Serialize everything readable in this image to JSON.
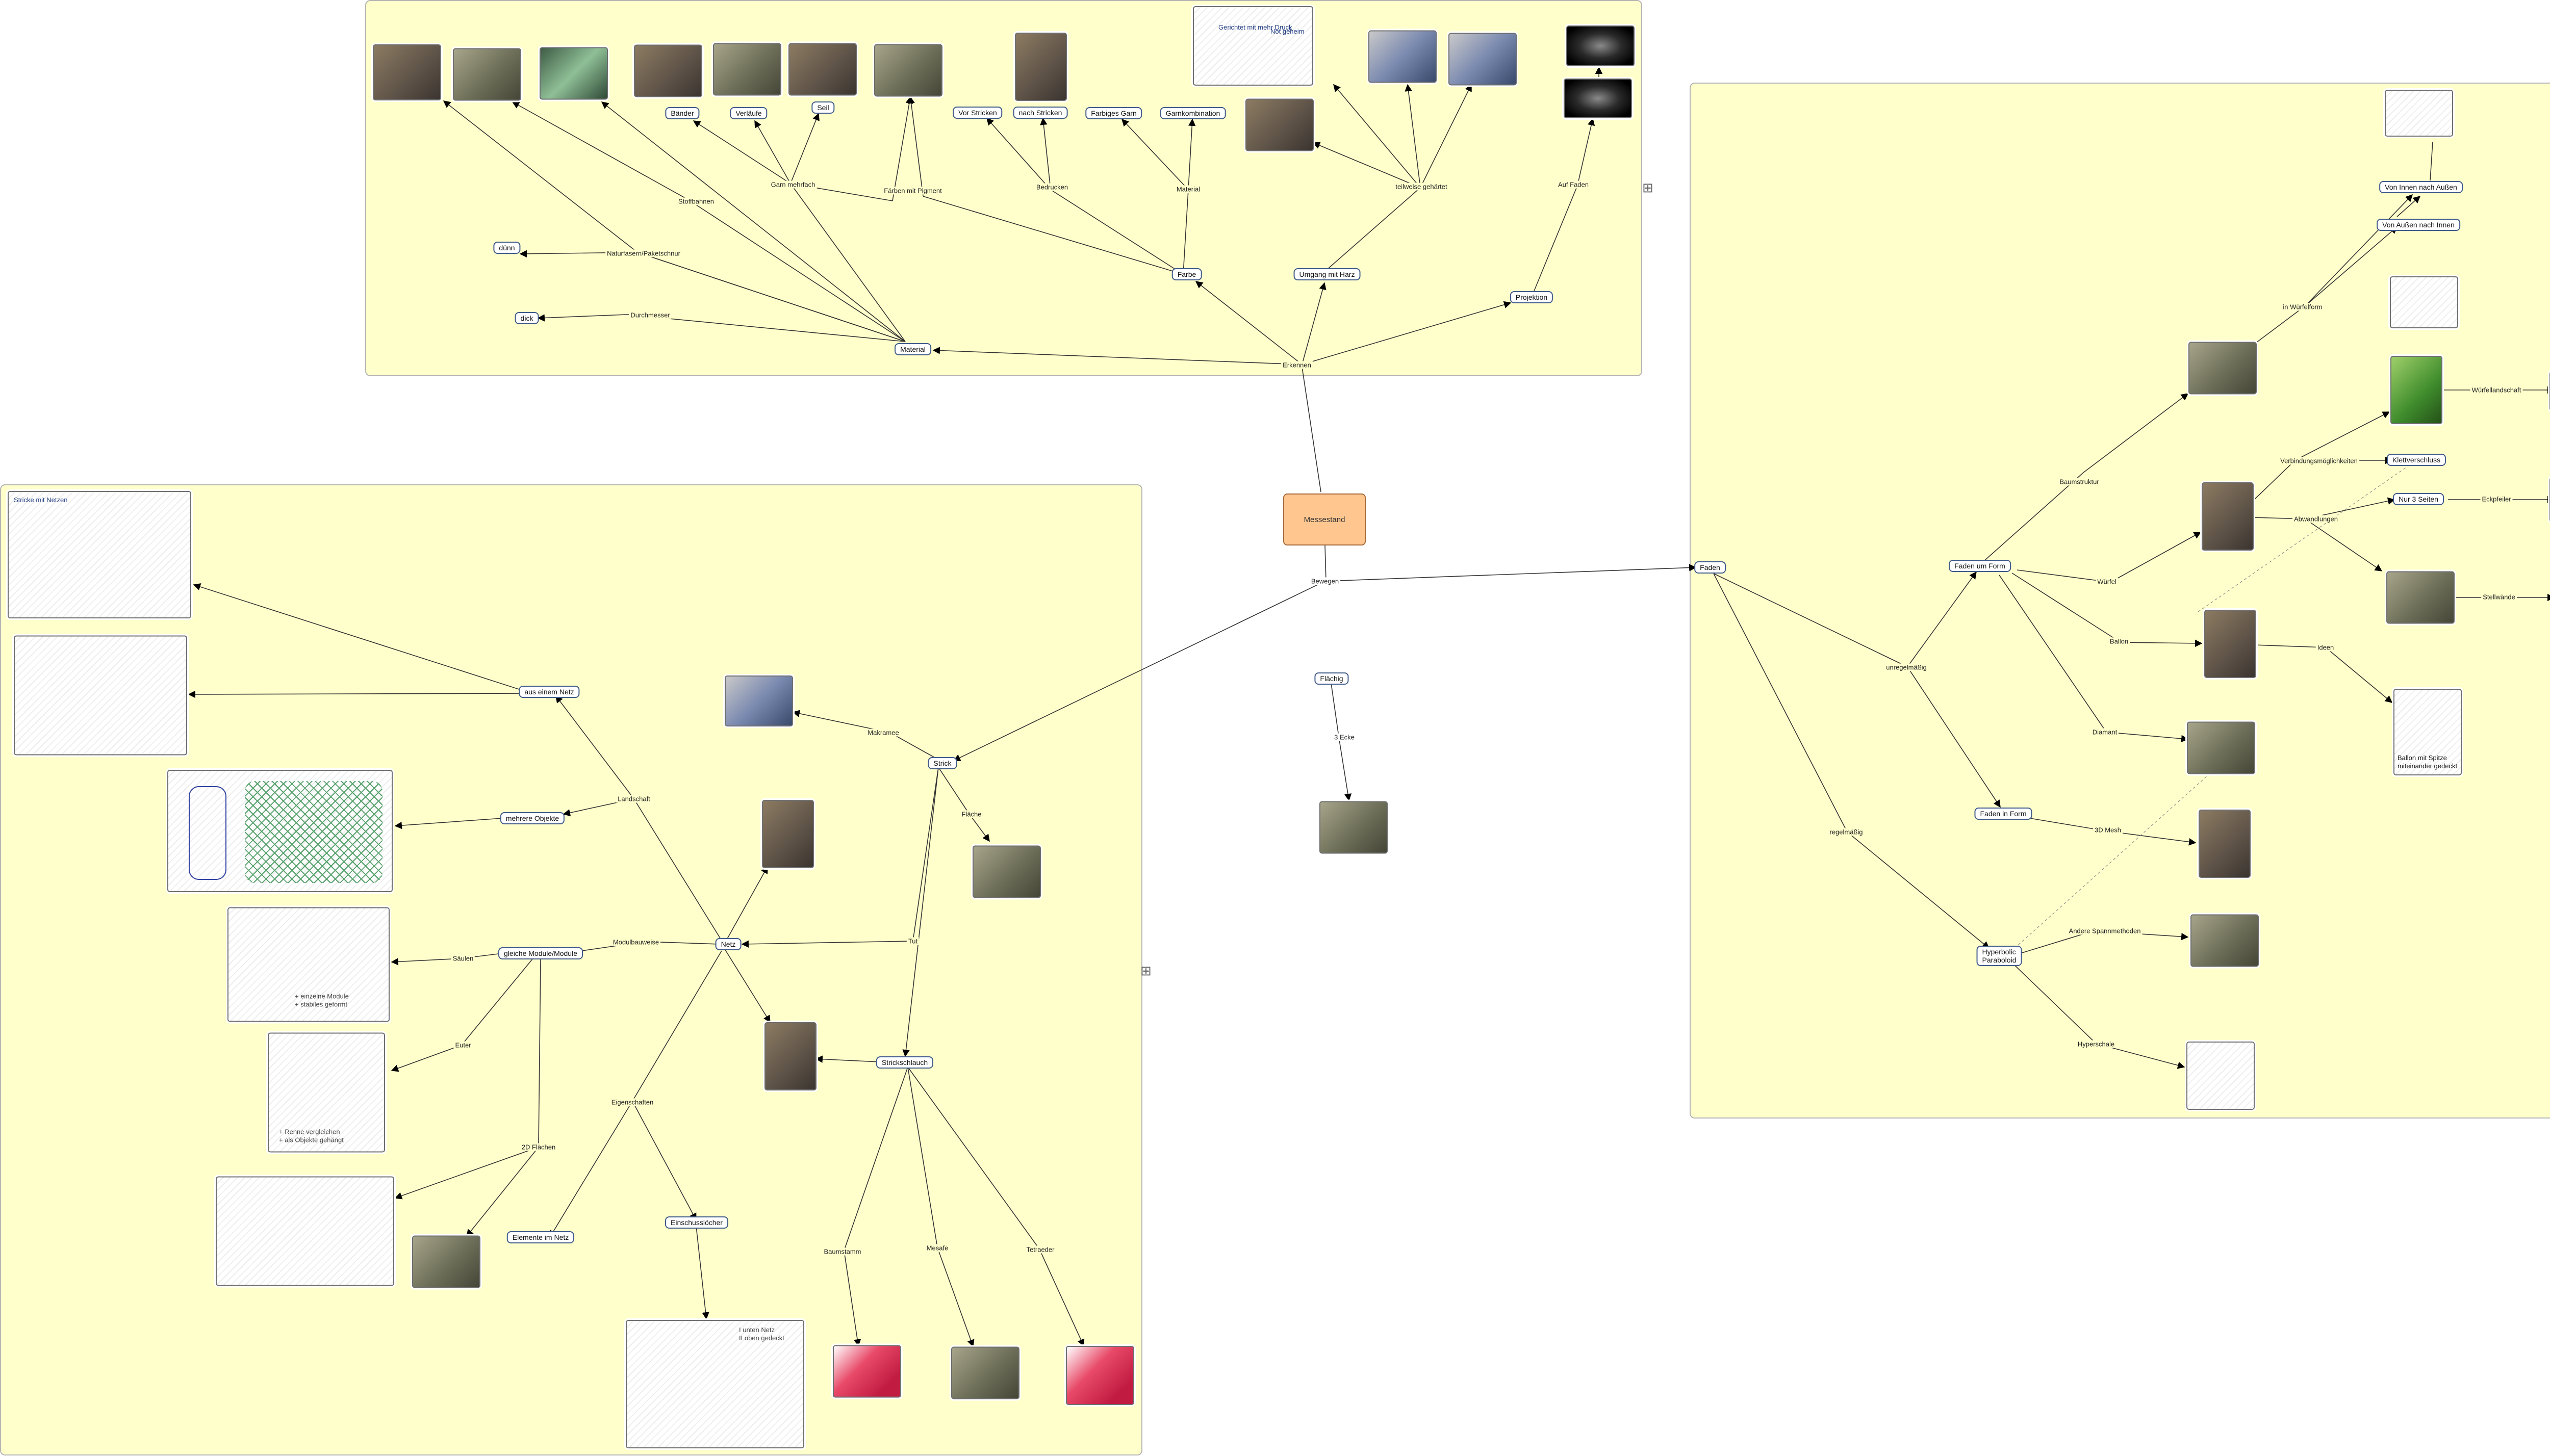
{
  "center": {
    "label": "Messestand"
  },
  "frame_toggle": "⊞",
  "nodes": {
    "erkennen": "Erkennen",
    "bewegen": "Bewegen",
    "flaechig": "Flächig",
    "material": "Material",
    "farbe": "Farbe",
    "umgang_harz": "Umgang mit Harz",
    "projektion": "Projektion",
    "duenn": "dünn",
    "dick": "dick",
    "baender": "Bänder",
    "verlaeufe": "Verläufe",
    "seil": "Seil",
    "vor_stricken": "Vor Stricken",
    "nach_stricken": "nach Stricken",
    "farbiges_garn": "Farbiges Garn",
    "garnkombination": "Garnkombination",
    "faden": "Faden",
    "faden_um_form": "Faden um Form",
    "faden_in_form": "Faden in Form",
    "hyperbolic": "Hyperbolic\nParaboloid",
    "von_innen": "Von Innen nach Außen",
    "von_aussen": "Von Außen nach Innen",
    "klettverschluss": "Klettverschluss",
    "nur_3_seiten": "Nur 3 Seiten",
    "strick": "Strick",
    "netz": "Netz",
    "strickschlauch": "Strickschlauch",
    "aus_einem_netz": "aus einem Netz",
    "mehrere_objekte": "mehrere Objekte",
    "gleiche_module": "gleiche Module/Module",
    "elemente_netz": "Elemente im Netz",
    "einschussloecher": "Einschusslöcher"
  },
  "edge_labels": {
    "naturfasern": "Naturfasern/Paketschnur",
    "durchmesser": "Durchmesser",
    "stoffbahnen": "Stoffbahnen",
    "garn_mehrfach": "Garn mehrfach",
    "faerben": "Färben mit Pigment",
    "bedrucken": "Bedrucken",
    "material_edge": "Material",
    "teilweise_gehaertet": "teilweise gehärtet",
    "auf_faden": "Auf Faden",
    "drei_ecke": "3 Ecke",
    "baumstruktur": "Baumstruktur",
    "in_wuerfelform": "in Würfelform",
    "unregelmaessig": "unregelmäßig",
    "wuerfel": "Würfel",
    "ballon": "Ballon",
    "diamant": "Diamant",
    "verbindungsmoeglichkeiten": "Verbindungsmöglichkeiten",
    "abwandlungen": "Abwandlungen",
    "wuerfellandschaft": "Würfellandschaft",
    "eckpfeiler": "Eckpfeiler",
    "stellwaende": "Stellwände",
    "ideen": "Ideen",
    "regelmaessig": "regelmäßig",
    "mesh_3d": "3D Mesh",
    "andere_spannmethoden": "Andere Spannmethoden",
    "hyperschale": "Hyperschale",
    "makramee": "Makramee",
    "flaeche": "Fläche",
    "tut": "Tut",
    "landschaft": "Landschaft",
    "modulbauweise": "Modulbauweise",
    "saeulen": "Säulen",
    "euter": "Euter",
    "zwei_d_flaechen": "2D Flächen",
    "eigenschaften": "Eigenschaften",
    "baumstamm": "Baumstamm",
    "mesafe": "Mesafe",
    "tetraeder": "Tetraeder"
  },
  "captions": {
    "ballon_spitze": "Ballon mit Spitze\nmiteinander gedeckt",
    "sketch_top": "Gerichtet\nmit\nmehr Druck",
    "sketch_top2": "Not\ngeheim",
    "sketch_strick": "Stricke mit Netzen",
    "sketch_fk": "I unten Netz\nII oben gedeckt",
    "sketch_module": "+ einzelne Module\n+ stabiles geformt",
    "sketch_euter": "+ Renne vergleichen\n+ als Objekte gehängt"
  },
  "colors": {
    "frame": "#ffffcc",
    "center": "#ffc690",
    "node_border": "#3f5a8a",
    "frame_border": "#b5b5b5"
  }
}
